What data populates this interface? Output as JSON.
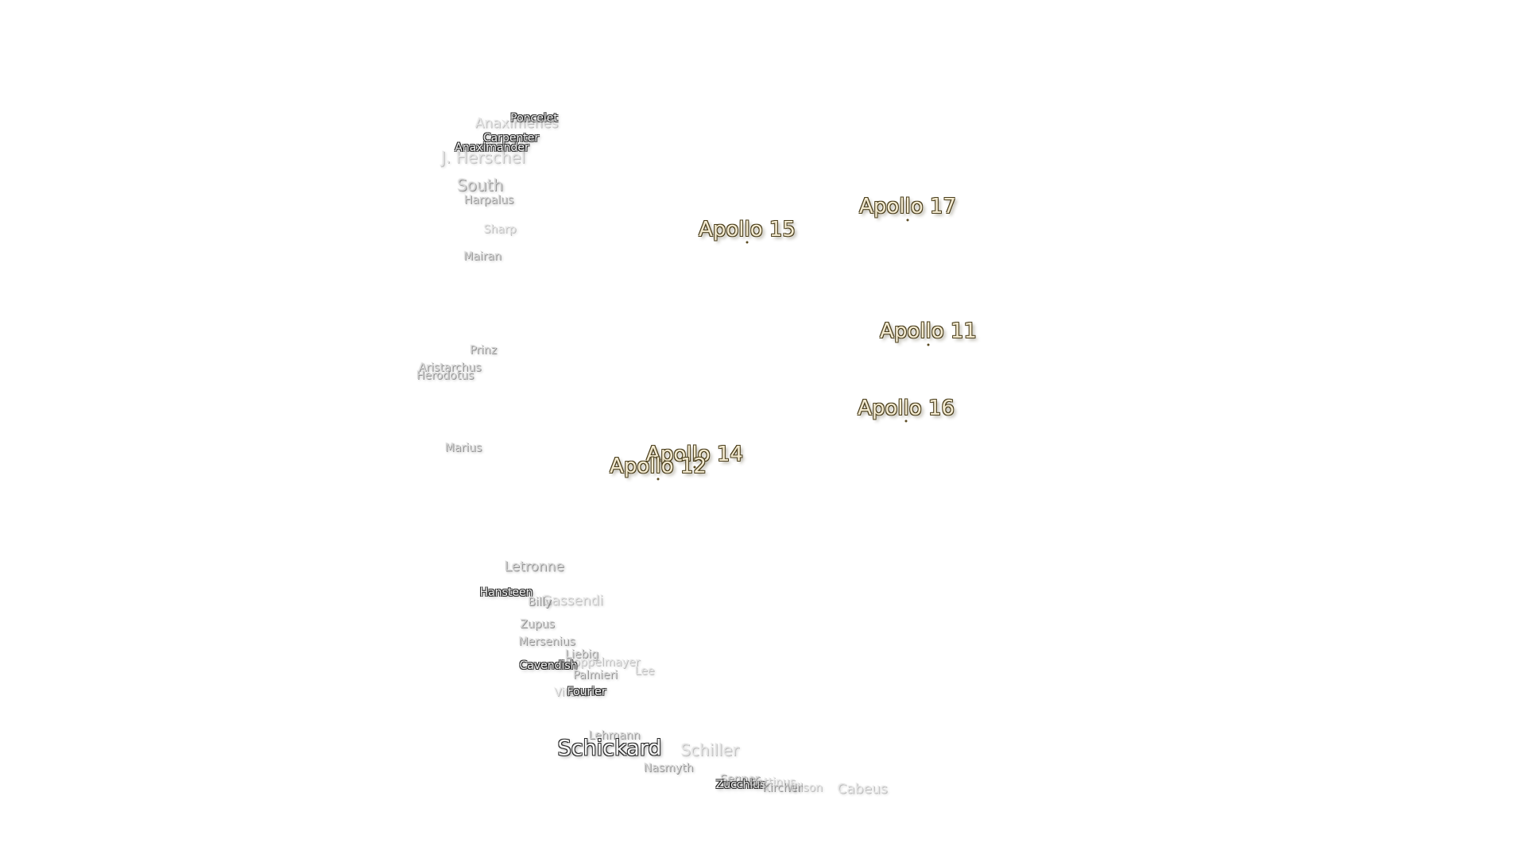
{
  "map": {
    "crater_labels": [
      {
        "name": "Poncelet"
      },
      {
        "name": "Anaximenes"
      },
      {
        "name": "Carpenter"
      },
      {
        "name": "Anaximander"
      },
      {
        "name": "J. Herschel"
      },
      {
        "name": "South"
      },
      {
        "name": "Harpalus"
      },
      {
        "name": "Sharp"
      },
      {
        "name": "Mairan"
      },
      {
        "name": "Prinz"
      },
      {
        "name": "Aristarchus"
      },
      {
        "name": "Herodotus"
      },
      {
        "name": "Marius"
      },
      {
        "name": "Letronne"
      },
      {
        "name": "Gassendi"
      },
      {
        "name": "Hansteen"
      },
      {
        "name": "Billy"
      },
      {
        "name": "Zupus"
      },
      {
        "name": "Mersenius"
      },
      {
        "name": "Liebig"
      },
      {
        "name": "Doppelmayer"
      },
      {
        "name": "Cavendish"
      },
      {
        "name": "Palmieri"
      },
      {
        "name": "Lee"
      },
      {
        "name": "Vitello"
      },
      {
        "name": "Fourier"
      },
      {
        "name": "Lehmann"
      },
      {
        "name": "Schickard"
      },
      {
        "name": "Schiller"
      },
      {
        "name": "Nasmyth"
      },
      {
        "name": "Segner"
      },
      {
        "name": "Zucchius"
      },
      {
        "name": "Bettinus"
      },
      {
        "name": "Kircher"
      },
      {
        "name": "Wilson"
      },
      {
        "name": "Cabeus"
      }
    ],
    "apollo_sites": [
      {
        "name": "Apollo 17"
      },
      {
        "name": "Apollo 15"
      },
      {
        "name": "Apollo 11"
      },
      {
        "name": "Apollo 16"
      },
      {
        "name": "Apollo 14"
      },
      {
        "name": "Apollo 12"
      }
    ]
  }
}
